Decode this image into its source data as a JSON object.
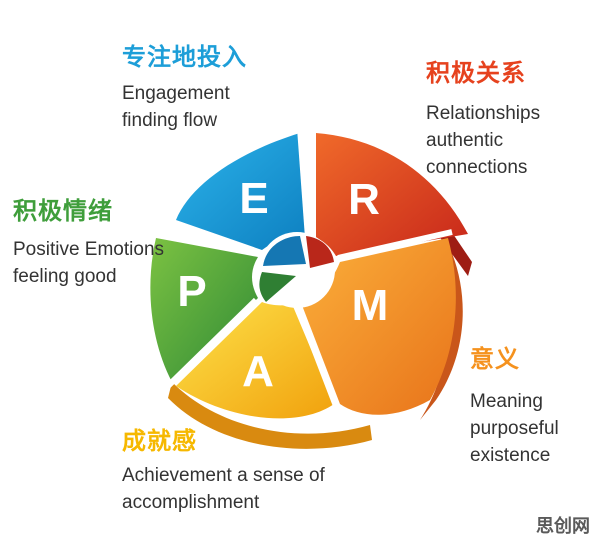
{
  "elements": {
    "E": {
      "letter": "E",
      "title": "专注地投入",
      "text": "Engagement\nfinding flow",
      "color": "#1d9ed8"
    },
    "R": {
      "letter": "R",
      "title": "积极关系",
      "text": "Relationships\nauthentic\nconnections",
      "color": "#e6421e"
    },
    "P": {
      "letter": "P",
      "title": "积极情绪",
      "text": "Positive Emotions\nfeeling good",
      "color": "#3f9e3b"
    },
    "M": {
      "letter": "M",
      "title": "意义",
      "text": "Meaning\npurposeful\nexistence",
      "color": "#f5921e"
    },
    "A": {
      "letter": "A",
      "title": "成就感",
      "text": "Achievement a sense of\naccomplishment",
      "color": "#f6b800"
    }
  },
  "watermark": "思创网"
}
